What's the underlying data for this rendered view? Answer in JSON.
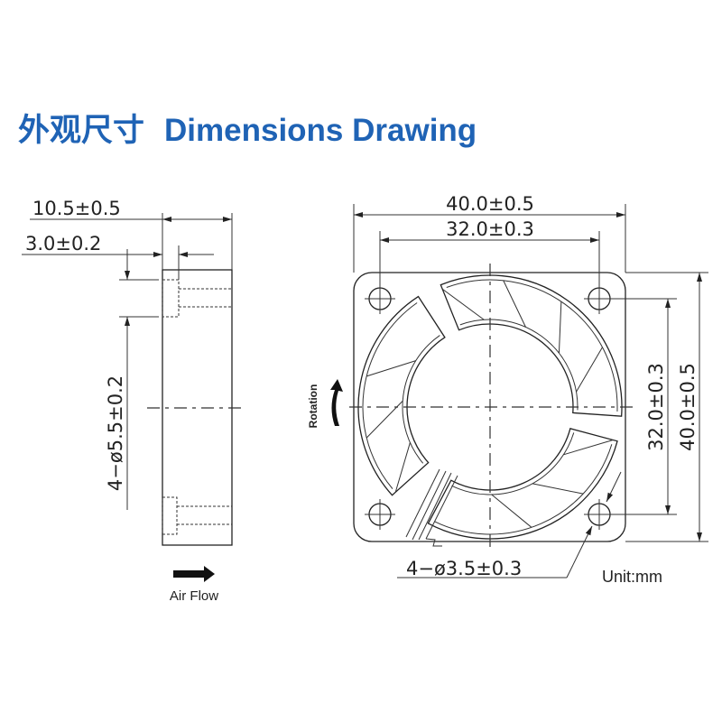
{
  "title": {
    "chinese": "外观尺寸",
    "english": "Dimensions Drawing",
    "color": "#1f63b5"
  },
  "side_view": {
    "thickness": "10.5±0.5",
    "flange": "3.0±0.2",
    "mount_hole": "4−ø5.5±0.2",
    "airflow_label": "Air Flow"
  },
  "front_view": {
    "outer_width": "40.0±0.5",
    "hole_pitch_h": "32.0±0.3",
    "outer_height": "40.0±0.5",
    "hole_pitch_v": "32.0±0.3",
    "hole_dia": "4−ø3.5±0.3",
    "rotation_label": "Rotation"
  },
  "unit": "Unit:mm"
}
